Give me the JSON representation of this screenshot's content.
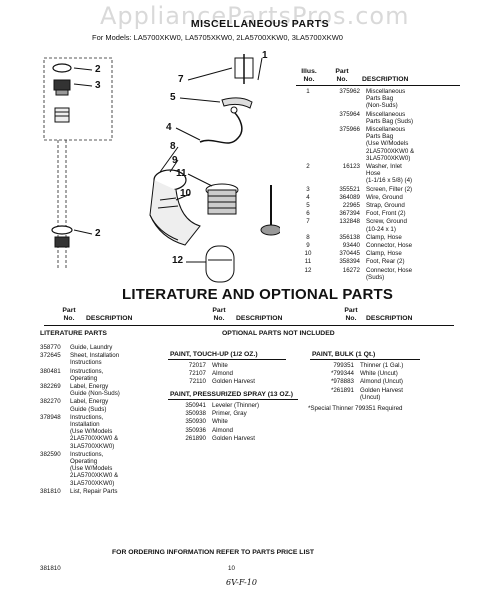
{
  "watermark": "AppliancePartsPros.com",
  "title": "MISCELLANEOUS PARTS",
  "subtitle": "For Models: LA5700XKW0, LA5705XKW0, 2LA5700XKW0, 3LA5700XKW0",
  "diagram": {
    "callouts": [
      "1",
      "2",
      "3",
      "7",
      "5",
      "4",
      "8",
      "9",
      "11",
      "10",
      "2",
      "12"
    ]
  },
  "parts_table": {
    "headers": {
      "illus": "Illus.\nNo.",
      "part": "Part\nNo.",
      "desc": "DESCRIPTION"
    },
    "rows": [
      {
        "illus": "1",
        "part": "375962",
        "desc": "Miscellaneous\nParts Bag\n(Non-Suds)"
      },
      {
        "illus": "",
        "part": "375964",
        "desc": "Miscellaneous\nParts Bag (Suds)"
      },
      {
        "illus": "",
        "part": "375966",
        "desc": "Miscellaneous\nParts Bag\n(Use W/Models\n2LA5700XKW0 &\n3LA5700XKW0)"
      },
      {
        "illus": "2",
        "part": "16123",
        "desc": "Washer, Inlet\nHose\n(1-1/16 x 5/8) (4)"
      },
      {
        "illus": "3",
        "part": "355521",
        "desc": "Screen, Filter (2)"
      },
      {
        "illus": "4",
        "part": "364089",
        "desc": "Wire, Ground"
      },
      {
        "illus": "5",
        "part": "22965",
        "desc": "Strap, Ground"
      },
      {
        "illus": "6",
        "part": "367394",
        "desc": "Foot, Front (2)"
      },
      {
        "illus": "7",
        "part": "132848",
        "desc": "Screw, Ground\n(10-24 x 1)"
      },
      {
        "illus": "8",
        "part": "356138",
        "desc": "Clamp, Hose"
      },
      {
        "illus": "9",
        "part": "93440",
        "desc": "Connector, Hose"
      },
      {
        "illus": "10",
        "part": "370445",
        "desc": "Clamp, Hose"
      },
      {
        "illus": "11",
        "part": "358394",
        "desc": "Foot, Rear (2)"
      },
      {
        "illus": "12",
        "part": "16272",
        "desc": "Connector, Hose\n(Suds)"
      }
    ]
  },
  "literature_section": {
    "title": "LITERATURE AND OPTIONAL PARTS",
    "col_header_part": "Part\nNo.",
    "col_header_desc": "DESCRIPTION",
    "literature_header": "LITERATURE PARTS",
    "optional_header": "OPTIONAL PARTS NOT INCLUDED",
    "literature": [
      {
        "part": "358770",
        "desc": "Guide, Laundry"
      },
      {
        "part": "372645",
        "desc": "Sheet, Installation\nInstructions"
      },
      {
        "part": "380481",
        "desc": "Instructions,\nOperating"
      },
      {
        "part": "382269",
        "desc": "Label, Energy\nGuide (Non-Suds)"
      },
      {
        "part": "382270",
        "desc": "Label, Energy\nGuide (Suds)"
      },
      {
        "part": "378948",
        "desc": "Instructions,\nInstallation\n(Use W/Models\n2LA5700XKW0 &\n3LA5700XKW0)"
      },
      {
        "part": "382590",
        "desc": "Instructions,\nOperating\n(Use W/Models\n2LA5700XKW0 &\n3LA5700XKW0)"
      },
      {
        "part": "381810",
        "desc": "List, Repair Parts"
      }
    ],
    "touchup": {
      "header": "PAINT, TOUCH-UP (1/2 OZ.)",
      "rows": [
        {
          "part": "72017",
          "desc": "White"
        },
        {
          "part": "72107",
          "desc": "Almond"
        },
        {
          "part": "72110",
          "desc": "Golden Harvest"
        }
      ]
    },
    "spray": {
      "header": "PAINT, PRESSURIZED SPRAY (13 OZ.)",
      "rows": [
        {
          "part": "350941",
          "desc": "Leveler (Thinner)"
        },
        {
          "part": "350938",
          "desc": "Primer, Gray"
        },
        {
          "part": "350930",
          "desc": "White"
        },
        {
          "part": "350936",
          "desc": "Almond"
        },
        {
          "part": "261890",
          "desc": "Golden Harvest"
        }
      ]
    },
    "bulk": {
      "header": "PAINT, BULK (1 Qt.)",
      "rows": [
        {
          "part": "799351",
          "desc": "Thinner (1 Gal.)"
        },
        {
          "part": "*799344",
          "desc": "White (Uncut)"
        },
        {
          "part": "*978883",
          "desc": "Almond (Uncut)"
        },
        {
          "part": "*261891",
          "desc": "Golden Harvest\n(Uncut)"
        }
      ],
      "note": "*Special Thinner 799351 Required"
    }
  },
  "footer": {
    "notice": "FOR ORDERING INFORMATION REFER TO PARTS PRICE LIST",
    "doc_number": "381810",
    "page_number": "10",
    "handwritten": "6V-F-10"
  }
}
